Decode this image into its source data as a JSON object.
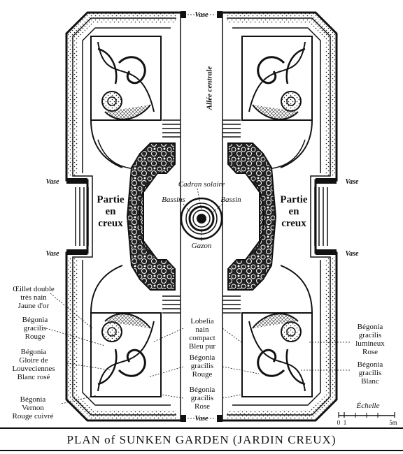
{
  "title": "PLAN of SUNKEN GARDEN (JARDIN CREUX)",
  "labels": {
    "allee": "Allée centrale",
    "vase_top": "Vase",
    "vase_bottom": "Vase",
    "vase_left_upper": "Vase",
    "vase_left_lower": "Vase",
    "vase_right_upper": "Vase",
    "vase_right_lower": "Vase",
    "cadran": "Cadran solaire",
    "bassins": "Bassins",
    "bassin": "Bassin",
    "gazon": "Gazon",
    "partie_left": [
      "Partie",
      "en",
      "creux"
    ],
    "partie_right": [
      "Partie",
      "en",
      "creux"
    ],
    "oeillet": [
      "Œillet double",
      "très nain",
      "Jaune d'or"
    ],
    "begonia_rouge_l": [
      "Bégonia",
      "gracilis",
      "Rouge"
    ],
    "begonia_gloire": [
      "Bégonia",
      "Gloire de",
      "Louveciennes",
      "Blanc rosé"
    ],
    "begonia_vernon": [
      "Bégonia",
      "Vernon",
      "Rouge cuivré"
    ],
    "lobelia": [
      "Lobelia",
      "nain",
      "compact",
      "Bleu pur"
    ],
    "begonia_rouge_c": [
      "Bégonia",
      "gracilis",
      "Rouge"
    ],
    "begonia_rose_c": [
      "Bégonia",
      "gracilis",
      "Rose"
    ],
    "begonia_lumineux": [
      "Bégonia",
      "gracilis",
      "lumineux",
      "Rose"
    ],
    "begonia_blanc": [
      "Bégonia",
      "gracilis",
      "Blanc"
    ],
    "echelle": "Échelle",
    "scale_0": "0",
    "scale_1": "1",
    "scale_5": "5m"
  }
}
